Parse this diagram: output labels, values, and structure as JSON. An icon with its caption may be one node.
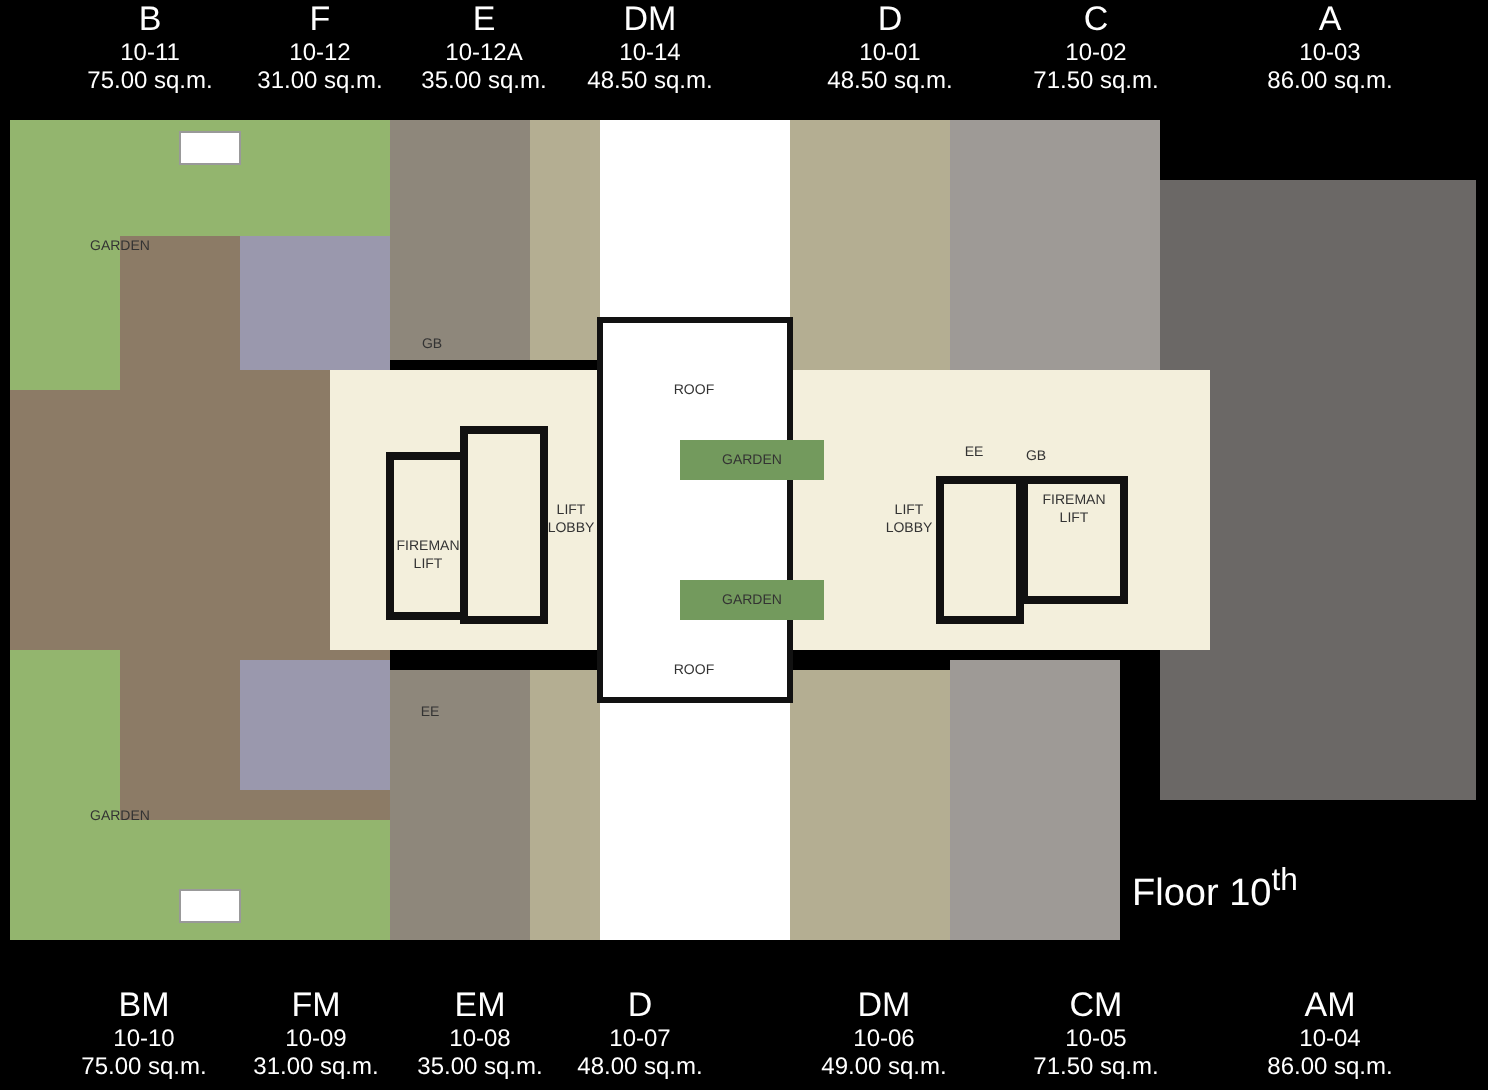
{
  "diagram": {
    "title": "Floor 10$^{th}$",
    "nodes": [
      {
        "text": [
          "GARDEN"
        ]
      },
      {
        "text": [
          "GB"
        ]
      },
      {
        "text": [
          "ROOF"
        ]
      },
      {
        "text": [
          "EE"
        ]
      },
      {
        "text": [
          "GB"
        ]
      },
      {
        "text": [
          "GARDEN"
        ]
      },
      {
        "text": [
          "LIFT LOBBY"
        ]
      },
      {
        "text": [
          "LIFT LOBBY"
        ]
      },
      {
        "text": [
          "FIREMAN LIFT"
        ]
      },
      {
        "text": [
          "FIREMAN LIFT"
        ]
      },
      {
        "text": [
          "GARDEN"
        ]
      },
      {
        "text": [
          "ROOF"
        ]
      },
      {
        "text": [
          "EE"
        ]
      },
      {
        "text": [
          "GARDEN"
        ]
      }
    ],
    "labels": [
      "B",
      "10-11",
      "75.00 sq.m.",
      "F",
      "10-12",
      "31.00 sq.m.",
      "E",
      "10-12A",
      "35.00 sq.m.",
      "DM",
      "10-14",
      "48.50 sq.m.",
      "D",
      "10-01",
      "48.50 sq.m.",
      "C",
      "10-02",
      "71.50 sq.m.",
      "A",
      "10-03",
      "86.00 sq.m.",
      "BM",
      "10-10",
      "75.00 sq.m.",
      "FM",
      "10-09",
      "31.00 sq.m.",
      "EM",
      "10-08",
      "35.00 sq.m.",
      "D",
      "10-07",
      "48.00 sq.m.",
      "DM",
      "10-06",
      "49.00 sq.m.",
      "CM",
      "10-05",
      "71.50 sq.m.",
      "AM",
      "10-04",
      "86.00 sq.m."
    ]
  }
}
